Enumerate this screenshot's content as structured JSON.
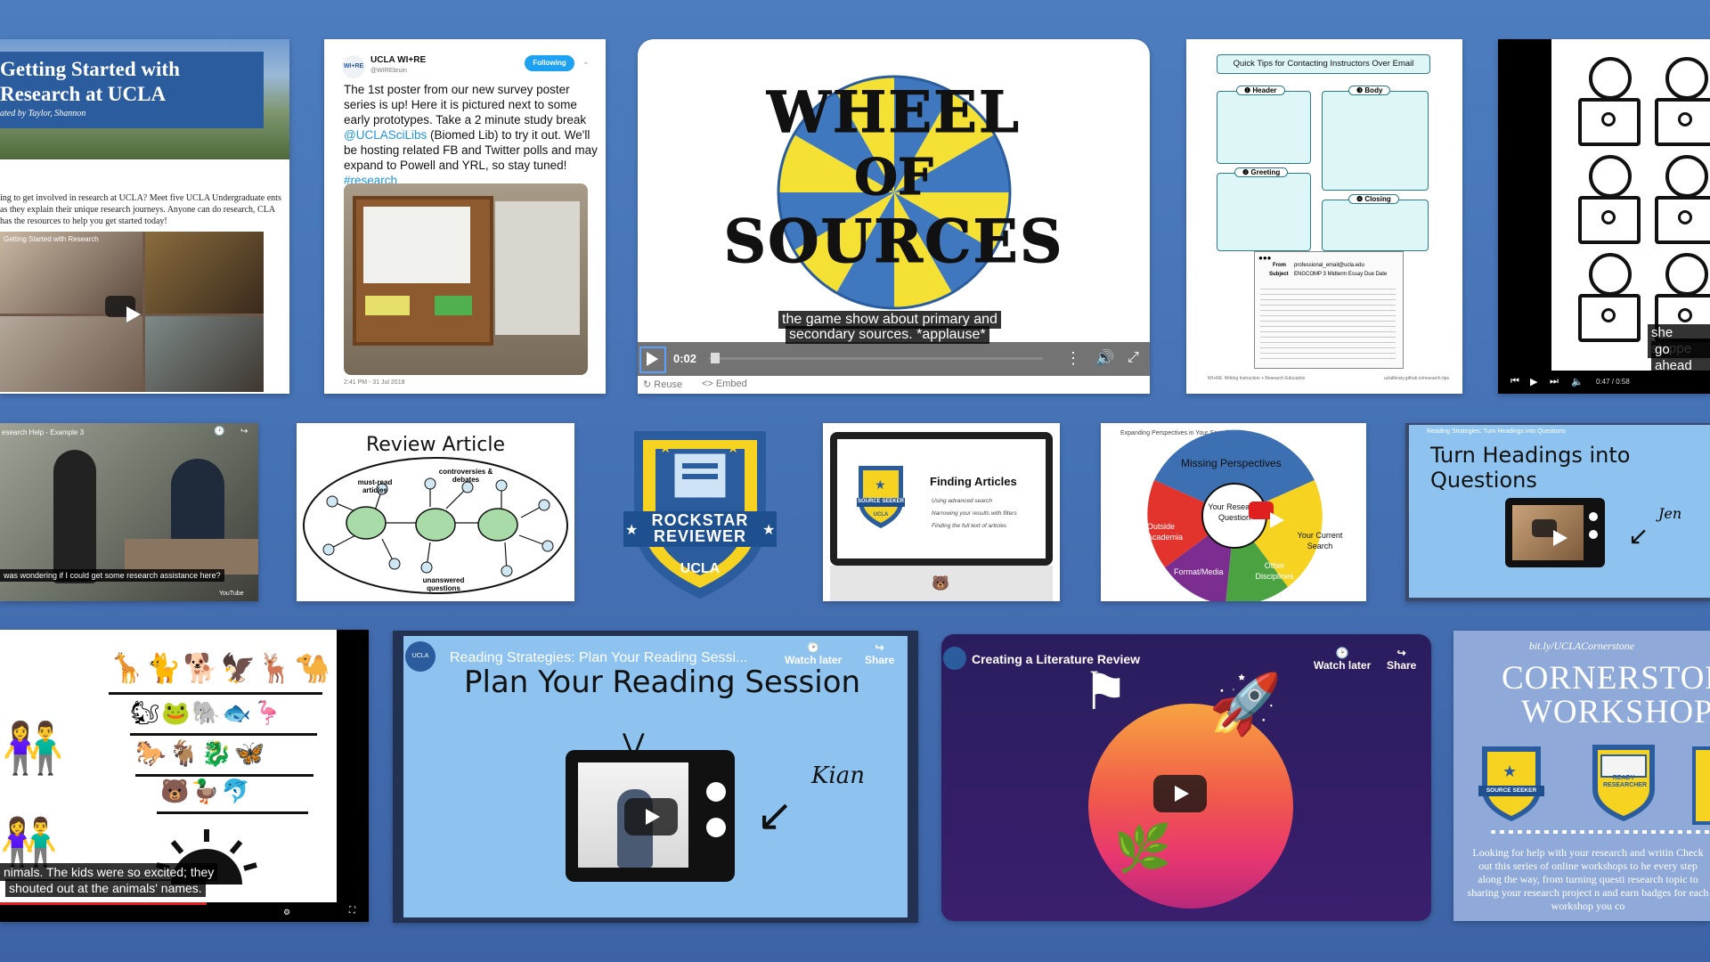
{
  "t1": {
    "title": "Getting Started with Research at UCLA",
    "byline": "ated by Taylor, Shannon",
    "body": "ing to get involved in research at UCLA? Meet five UCLA Undergraduate ents as they explain their unique research journeys. Anyone can do research, CLA has the resources to help you get started today!",
    "video_title": "Getting Started with Research"
  },
  "t2": {
    "account": "UCLA WI+RE",
    "handle": "@WIREbruin",
    "follow": "Following",
    "tweet_a": "The 1st poster from our new survey poster series is up! Here it is pictured next to some early prototypes. Take a 2 minute study break ",
    "mention": "@UCLASciLibs",
    "tweet_b": " (Biomed Lib) to try it out. We'll be hosting related FB and Twitter polls and may expand to Powell and YRL, so stay tuned! ",
    "hashtag": "#research",
    "timestamp": "2:41 PM - 31 Jul 2018"
  },
  "t3": {
    "title_line1": "WHEEL",
    "title_line2": "OF",
    "title_line3": "SOURCES",
    "caption_line1": "the game show about primary and",
    "caption_line2": "secondary sources. *applause*",
    "time": "0:02",
    "reuse": "Reuse",
    "embed": "Embed"
  },
  "t4": {
    "title": "Quick Tips for Contacting Instructors Over Email",
    "s1": "Header",
    "s2": "Body",
    "s3": "Greeting",
    "s4": "Closing",
    "from_label": "From",
    "from_value": "professional_email@ucla.edu",
    "subject_label": "Subject",
    "subject_value": "ENGCOMP 3 Midterm Essay Due Date",
    "footer_left": "WI+RE: Writing Instruction + Research Education",
    "footer_right": "uclalibrary.github.io/research-tips"
  },
  "t5": {
    "caption_line1": "she steppe",
    "caption_line2": "go ahead",
    "time": "0:47 / 0:58"
  },
  "t6": {
    "video_title": "esearch Help - Example 3",
    "caption": "was wondering if I could get some research assistance here?"
  },
  "t7": {
    "title": "Review Article",
    "l1": "must-read articles",
    "l2": "controversies & debates",
    "l3": "unanswered questions"
  },
  "t8": {
    "line1": "ROCKSTAR",
    "line2": "REVIEWER",
    "line3": "UCLA"
  },
  "t9": {
    "title": "Finding Articles",
    "badge1": "SOURCE SEEKER",
    "badge2": "UCLA",
    "b1": "Using advanced search",
    "b2": "Narrowing your results with filters",
    "b3": "Finding the full text of articles"
  },
  "t10": {
    "video_title": "Expanding Perspectives in Your Search",
    "top": "Missing Perspectives",
    "center": "Your Research Question",
    "left": "Outside Academia",
    "bottom_left": "Format/Media",
    "bottom": "Other Disciplines",
    "right": "Your Current Search"
  },
  "t11": {
    "video_title": "Reading Strategies: Turn Headings into Questions",
    "title": "Turn Headings into Questions",
    "name": "Jen"
  },
  "t12": {
    "caption_line1": "nimals. The kids were so excited; they",
    "caption_line2": "shouted out at the animals' names."
  },
  "t13": {
    "video_title": "Reading Strategies: Plan Your Reading Sessi...",
    "title": "Plan Your Reading Session",
    "name": "Kian",
    "watch": "Watch later",
    "share": "Share"
  },
  "t14": {
    "video_title": "Creating a Literature Review",
    "watch": "Watch later",
    "share": "Share"
  },
  "t15": {
    "url": "bit.ly/UCLACornerstone",
    "title_line1": "CORNERSTON",
    "title_line2": "WORKSHOPS",
    "badge1": "SOURCE SEEKER",
    "badge2": "READY RESEARCHER",
    "body": "Looking for help with your research and writin Check out this series of online workshops to he every step along the way, from turning questi research topic to sharing your research project n and earn badges for each workshop you co"
  }
}
